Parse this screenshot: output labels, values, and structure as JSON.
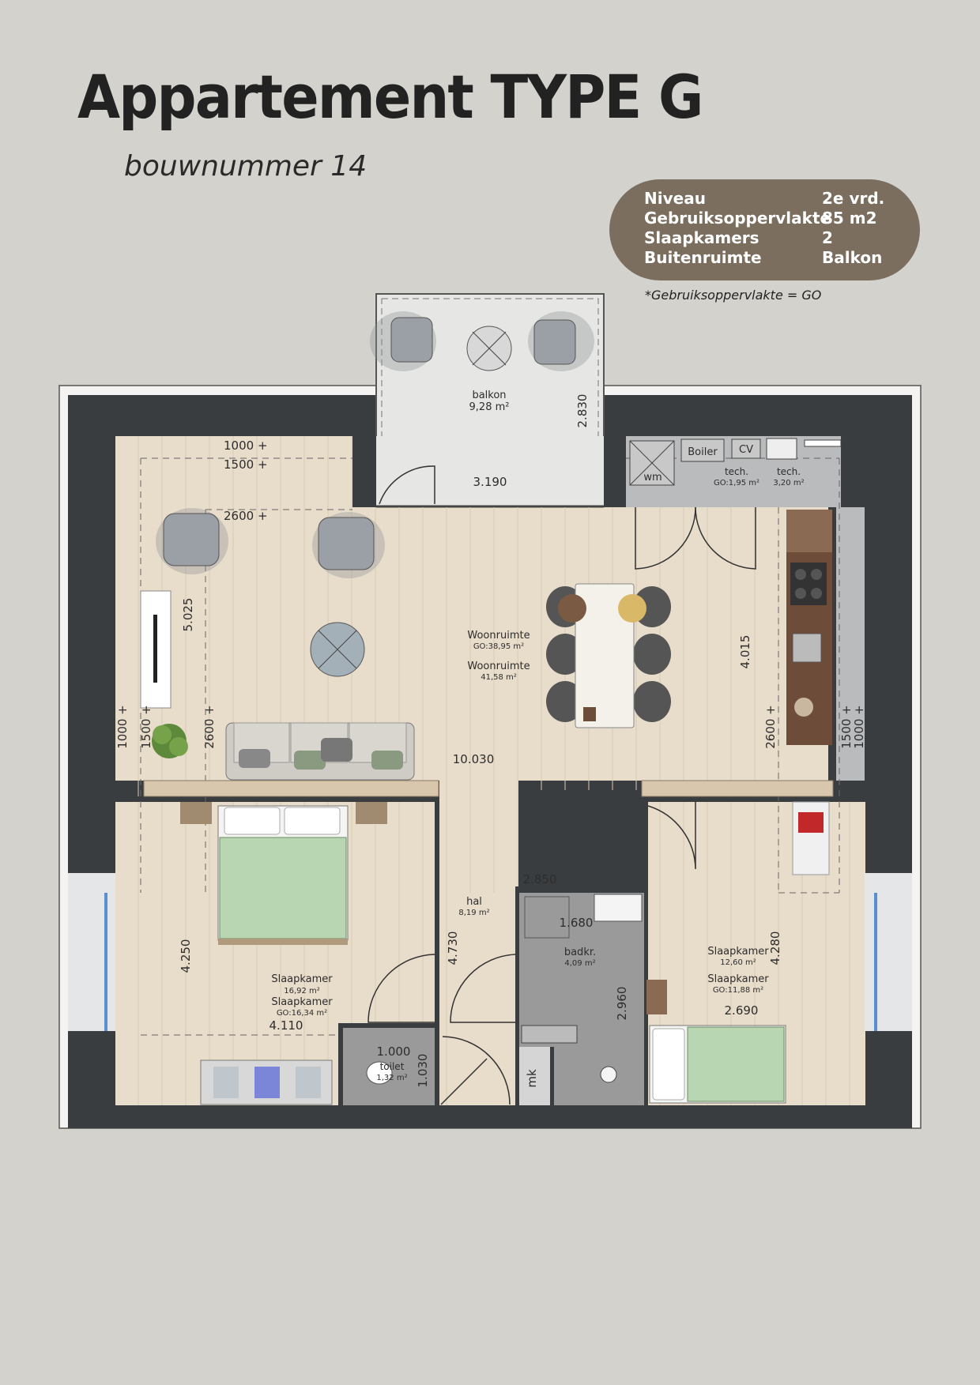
{
  "title": "Appartement TYPE G",
  "subtitle": "bouwnummer 14",
  "info": {
    "rows": [
      {
        "label": "Niveau",
        "value": "2e vrd."
      },
      {
        "label": "Gebruiksoppervlakte",
        "value": "85 m2"
      },
      {
        "label": "Slaapkamers",
        "value": "2"
      },
      {
        "label": "Buitenruimte",
        "value": "Balkon"
      }
    ],
    "footnote": "*Gebruiksoppervlakte = GO",
    "box_color": "#7b6e5e"
  },
  "plan": {
    "balkon": {
      "name": "balkon",
      "area": "9,28 m²",
      "dim_depth": "2.830",
      "dim_width": "3.190"
    },
    "woonruimte": {
      "name": "Woonruimte",
      "go": "GO:38,95 m²",
      "name2": "Woonruimte",
      "area": "41,58 m²",
      "dim_length": "10.030",
      "dim_kitchen": "4.015",
      "dim_side": "5.025"
    },
    "tech": {
      "boiler": "Boiler",
      "cv": "CV",
      "wm": "wm",
      "tech1": "tech.",
      "tech1_go": "GO:1,95 m²",
      "tech2": "tech.",
      "tech2_area": "3,20 m²"
    },
    "slaapkamer1": {
      "name": "Slaapkamer",
      "area": "16,92 m²",
      "name2": "Slaapkamer",
      "go": "GO:16,34 m²",
      "dim_width": "4.110",
      "dim_depth": "4.250"
    },
    "hal": {
      "name": "hal",
      "area": "8,19 m²",
      "dim": "4.730"
    },
    "badkamer": {
      "name": "badkr.",
      "area": "4,09 m²",
      "dim_width": "1.680",
      "dim_depth": "2.960",
      "dim_top": "2.850"
    },
    "toilet": {
      "name": "toilet",
      "area": "1,32 m²",
      "dim_width": "1.000",
      "dim_depth": "1.030"
    },
    "mk": "mk",
    "slaapkamer2": {
      "name": "Slaapkamer",
      "area": "12,60 m²",
      "name2": "Slaapkamer",
      "go": "GO:11,88 m²",
      "dim_width": "2.690",
      "dim_depth": "4.280"
    },
    "heights": {
      "h1000": "1000 +",
      "h1500": "1500 +",
      "h2600": "2600 +"
    },
    "colors": {
      "wall": "#3a3d40",
      "floor": "#e8dccb",
      "tile": "#9a9a9a",
      "tech_floor": "#b9bbbd",
      "balcony": "#e6e6e4",
      "kitchen": "#6e4c3a",
      "sofa": "#cfccc5",
      "bed_green": "#b9d6b2",
      "chair": "#8a9095"
    }
  }
}
